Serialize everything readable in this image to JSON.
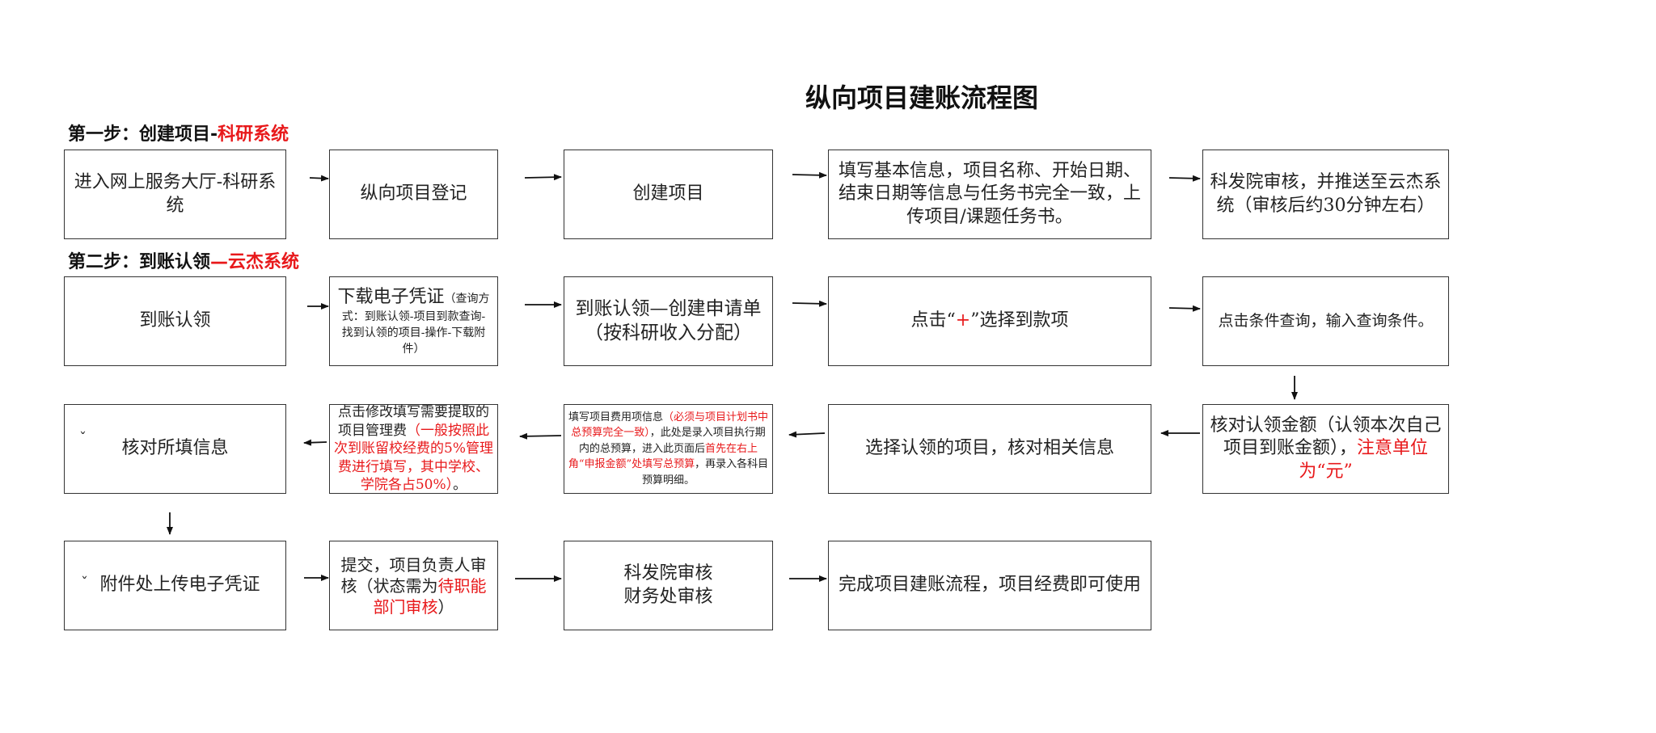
{
  "title": "纵向项目建账流程图",
  "step1": {
    "prefix": "第一步：创建项目-",
    "system": "科研系统"
  },
  "step2": {
    "prefix": "第二步：到账认领",
    "system": "—云杰系统"
  },
  "row1": {
    "b1": "进入网上服务大厅-科研系统",
    "b2": "纵向项目登记",
    "b3": "创建项目",
    "b4": "填写基本信息，项目名称、开始日期、结束日期等信息与任务书完全一致，上传项目/课题任务书。",
    "b5": "科发院审核，并推送至云杰系统（审核后约30分钟左右）"
  },
  "row2": {
    "b1": "到账认领",
    "b2_main": "下载电子凭证",
    "b2_note": "（查询方式：到账认领-项目到款查询-找到认领的项目-操作-下载附件）",
    "b3_line1": "到账认领—创建申请单",
    "b3_line2": "（按科研收入分配）",
    "b4_pre": "点击“",
    "b4_plus": "+",
    "b4_post": "”选择到款项",
    "b5": "点击条件查询，输入查询条件。"
  },
  "row3": {
    "b1_mark": "ˇ",
    "b1": "核对所填信息",
    "b2_pre": "点击修改填写需要提取的项目管理费",
    "b2_red": "（一般按照此次到账留校经费的5%管理费进行填写，其中学校、学院各占50%）",
    "b2_post": "。",
    "b3_pre": "填写项目费用项信息",
    "b3_red1": "（必须与项目计划书中总预算完全一致）",
    "b3_mid": "，此处是录入项目执行期内的总预算，进入此页面后",
    "b3_red2": "首先在右上角“申报金额”处填写总预算",
    "b3_post": "，再录入各科目预算明细。",
    "b4": "选择认领的项目，核对相关信息",
    "b5_pre": "核对认领金额（认领本次自己项目到账金额），",
    "b5_red": "注意单位为“元”"
  },
  "row4": {
    "b1_mark": "ˇ",
    "b1": "附件处上传电子凭证",
    "b2_pre": "提交，项目负责人审核（状态需为",
    "b2_red": "待职能部门审核",
    "b2_post": "）",
    "b3_line1": "科发院审核",
    "b3_line2": "财务处审核",
    "b4": "完成项目建账流程，项目经费即可使用"
  },
  "colors": {
    "accent_red": "#e8191b",
    "border": "#333333"
  }
}
